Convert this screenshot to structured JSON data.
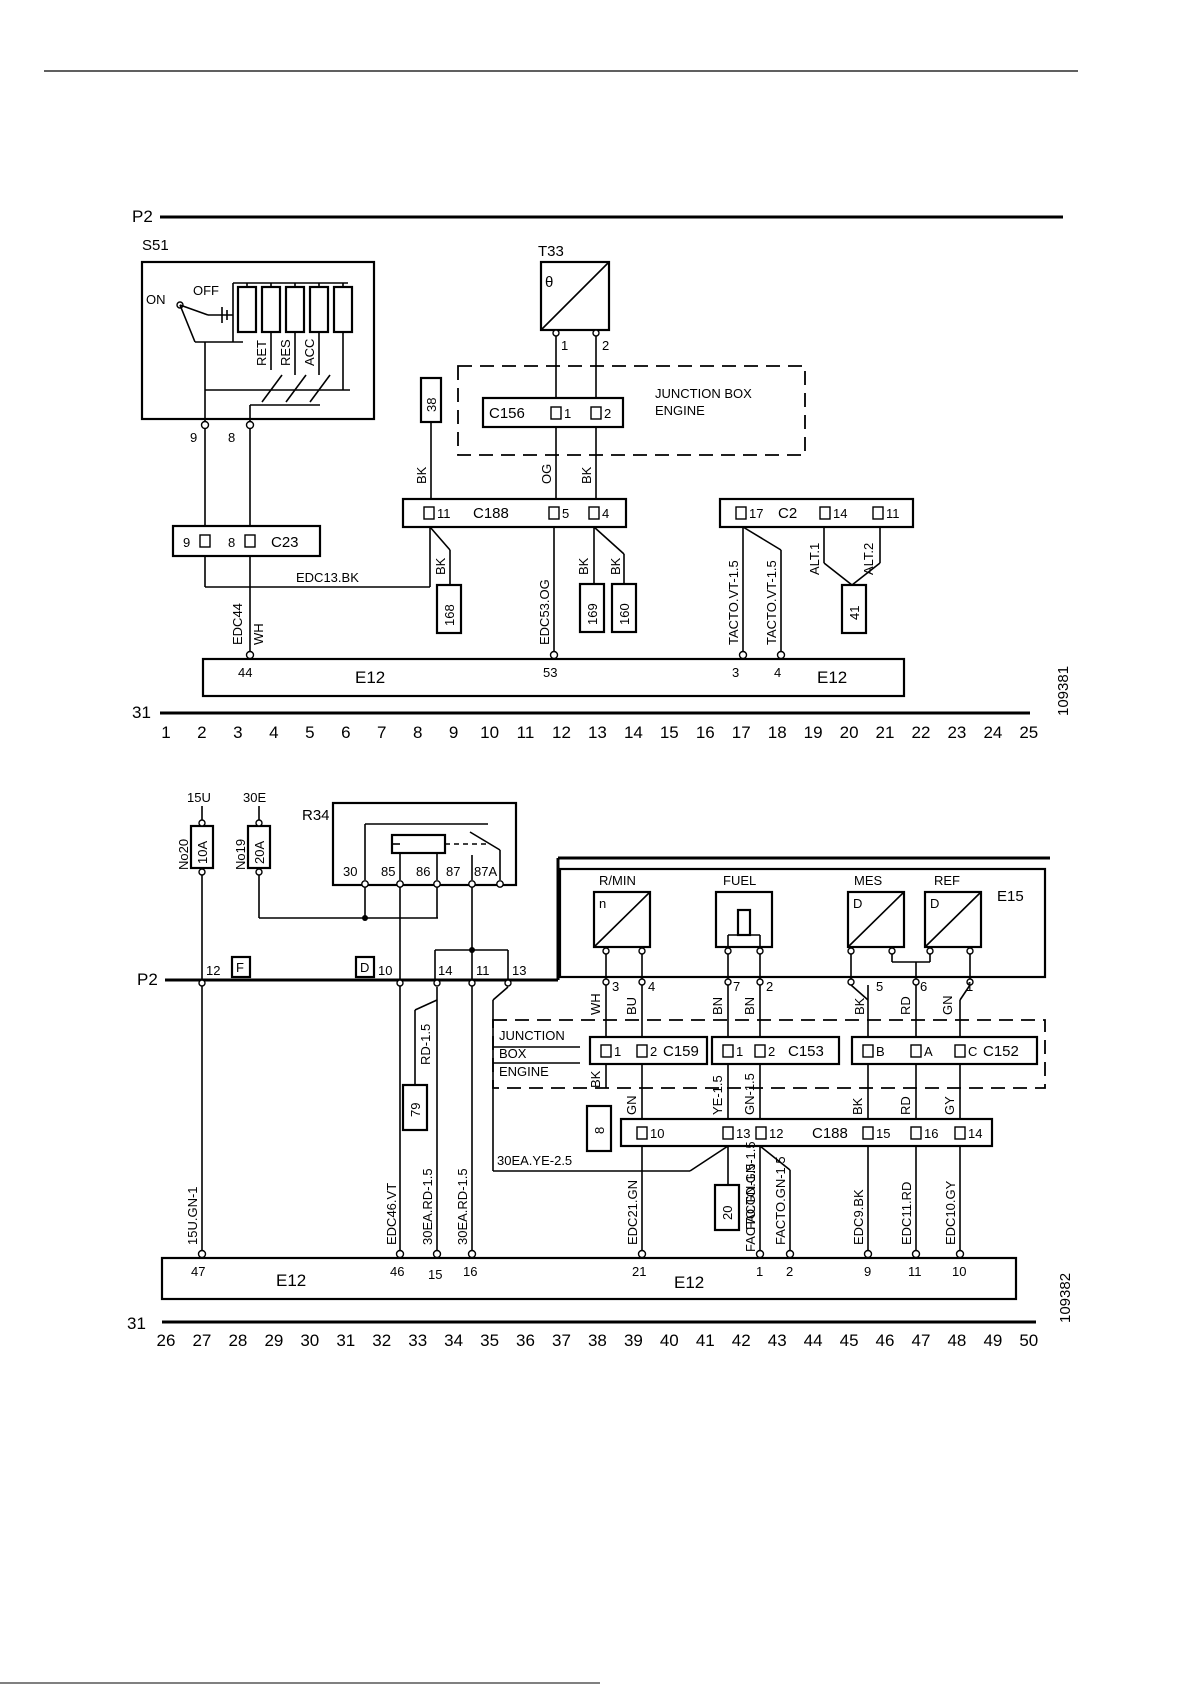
{
  "diagram_1": {
    "bus_top": "P2",
    "bus_bottom": "31",
    "s51": {
      "label": "S51",
      "on": "ON",
      "off": "OFF",
      "switches": [
        "RET",
        "RES",
        "ACC"
      ],
      "pin_a": "9",
      "pin_b": "8"
    },
    "t33": {
      "label": "T33",
      "symbol": "θ",
      "pin1": "1",
      "pin2": "2"
    },
    "jb_engine": {
      "line1": "JUNCTION BOX",
      "line2": "ENGINE"
    },
    "c156": {
      "label": "C156",
      "pin1": "1",
      "pin2": "2"
    },
    "ref38": "38",
    "c188": {
      "label": "C188",
      "pins": [
        "11",
        "5",
        "4"
      ]
    },
    "c2": {
      "label": "C2",
      "pins": [
        "17",
        "14",
        "11"
      ]
    },
    "c23": {
      "label": "C23",
      "pin_a": "9",
      "pin_b": "8"
    },
    "wires": {
      "bk1": "BK",
      "og": "OG",
      "bk2": "BK",
      "edc13": "EDC13.BK",
      "bk3": "BK",
      "edc44": "EDC44",
      "wh": "WH",
      "edc53": "EDC53.OG",
      "bk4": "BK",
      "bk5": "BK",
      "tacto1": "TACTO.VT-1.5",
      "tacto2": "TACTO.VT-1.5",
      "alt1": "ALT.1",
      "alt2": "ALT.2"
    },
    "refs": [
      "168",
      "169",
      "160",
      "41"
    ],
    "e12": {
      "label": "E12",
      "label2": "E12",
      "pins": [
        "44",
        "53",
        "3",
        "4"
      ]
    },
    "code": "109381",
    "scale": [
      "1",
      "2",
      "3",
      "4",
      "5",
      "6",
      "7",
      "8",
      "9",
      "10",
      "11",
      "12",
      "13",
      "14",
      "15",
      "16",
      "17",
      "18",
      "19",
      "20",
      "21",
      "22",
      "23",
      "24",
      "25"
    ]
  },
  "diagram_2": {
    "bus_top": "P2",
    "bus_bottom": "31",
    "fuse_no20": {
      "label": "No20",
      "rating": "10A",
      "source": "15U"
    },
    "fuse_no19": {
      "label": "No19",
      "rating": "20A",
      "source": "30E"
    },
    "r34": {
      "label": "R34",
      "pins": [
        "30",
        "85",
        "86",
        "87",
        "87A"
      ]
    },
    "p2_pins": [
      "12",
      "F",
      "D",
      "10",
      "14",
      "11",
      "13"
    ],
    "e15": {
      "label": "E15",
      "sensors": [
        "R/MIN",
        "FUEL",
        "MES",
        "REF"
      ],
      "rmin_symbol": "n",
      "mes_symbol": "D",
      "ref_symbol": "D",
      "pins": [
        "3",
        "4",
        "7",
        "2",
        "5",
        "6",
        "1"
      ]
    },
    "jb_engine": {
      "line1": "JUNCTION",
      "line2": "BOX",
      "line3": "ENGINE"
    },
    "c159": {
      "label": "C159",
      "pin1": "1",
      "pin2": "2"
    },
    "c153": {
      "label": "C153",
      "pin1": "1",
      "pin2": "2"
    },
    "c152": {
      "label": "C152",
      "pins": [
        "B",
        "A",
        "C"
      ]
    },
    "c188": {
      "label": "C188",
      "pins": [
        "10",
        "13",
        "12",
        "15",
        "16",
        "14"
      ]
    },
    "wires": {
      "wh": "WH",
      "bu": "BU",
      "bn1": "BN",
      "bn2": "BN",
      "bk1": "BK",
      "rd1": "RD",
      "gn1": "GN",
      "bk2": "BK",
      "gn2": "GN",
      "ye15": "YE-1.5",
      "gn15": "GN-1.5",
      "bk3": "BK",
      "rd2": "RD",
      "gy": "GY",
      "rd15": "RD-1.5",
      "ye25": "30EA.YE-2.5",
      "u15": "15U.GN-1",
      "edc46": "EDC46.VT",
      "ea1": "30EA.RD-1.5",
      "ea2": "30EA.RD-1.5",
      "edc21": "EDC21.GN",
      "facto1": "FACTO.GN-1.5",
      "facto2": "FACTO.GN-1.5",
      "facto3": "FACTO.GN-1.5",
      "edc9": "EDC9.BK",
      "edc11": "EDC11.RD",
      "edc10": "EDC10.GY"
    },
    "refs": [
      "79",
      "8",
      "20"
    ],
    "e12": {
      "label": "E12",
      "label2": "E12",
      "pins": [
        "47",
        "46",
        "15",
        "16",
        "21",
        "1",
        "2",
        "9",
        "11",
        "10"
      ]
    },
    "code": "109382",
    "scale": [
      "26",
      "27",
      "28",
      "29",
      "30",
      "31",
      "32",
      "33",
      "34",
      "35",
      "36",
      "37",
      "38",
      "39",
      "40",
      "41",
      "42",
      "43",
      "44",
      "45",
      "46",
      "47",
      "48",
      "49",
      "50"
    ]
  }
}
